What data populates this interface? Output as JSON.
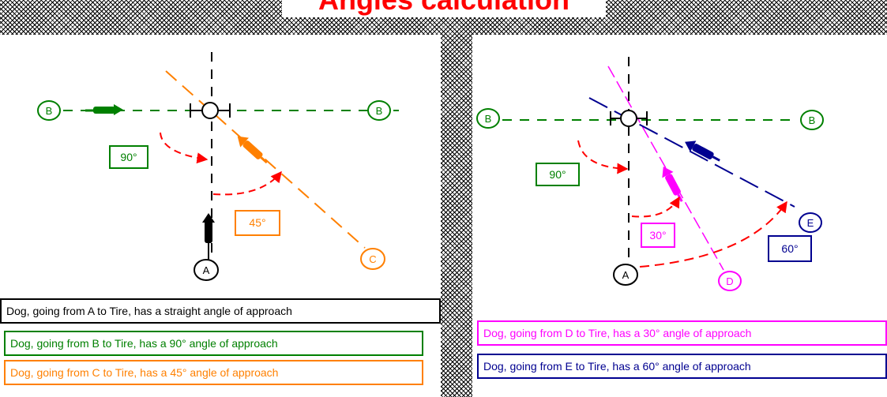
{
  "title": "Angles calculation",
  "colors": {
    "red": "#ff0000",
    "black": "#000000",
    "green": "#008000",
    "orange": "#ff8000",
    "magenta": "#ff00ff",
    "blue": "#000090"
  },
  "left": {
    "nodes": {
      "a": "A",
      "b": "B",
      "c": "C"
    },
    "angles": {
      "b": "90°",
      "c": "45°"
    },
    "captions": {
      "a": "Dog, going from A to Tire, has a straight angle of approach",
      "b": "Dog, going from B to Tire, has a 90° angle of approach",
      "c": "Dog, going from C to Tire, has a 45° angle of approach"
    }
  },
  "right": {
    "nodes": {
      "a": "A",
      "b": "B",
      "d": "D",
      "e": "E"
    },
    "angles": {
      "b": "90°",
      "d": "30°",
      "e": "60°"
    },
    "captions": {
      "d": "Dog, going from D to Tire, has a 30° angle of approach",
      "e": "Dog, going from E to Tire, has a 60° angle of approach"
    }
  }
}
